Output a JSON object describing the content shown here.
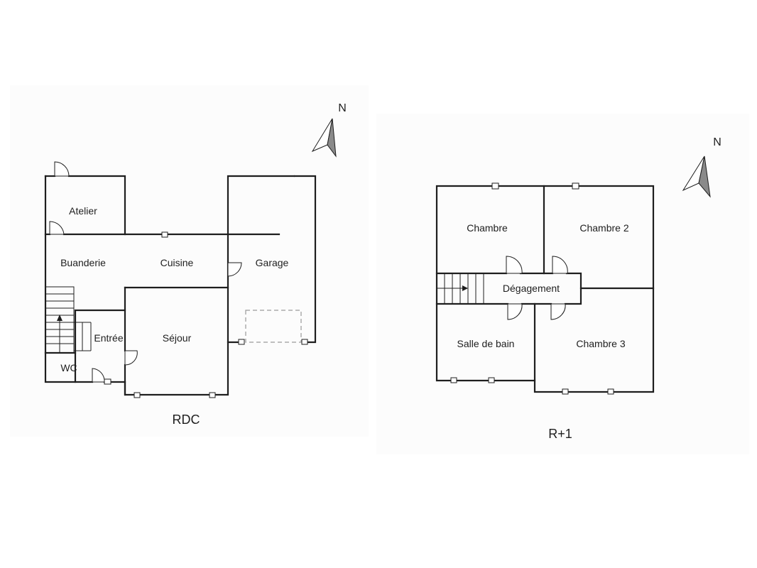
{
  "floors": [
    {
      "id": "rdc",
      "label": "RDC",
      "rooms": {
        "atelier": "Atelier",
        "buanderie": "Buanderie",
        "cuisine": "Cuisine",
        "garage": "Garage",
        "entree": "Entrée",
        "sejour": "Séjour",
        "wc": "WC"
      },
      "north": "N"
    },
    {
      "id": "r1",
      "label": "R+1",
      "rooms": {
        "chambre": "Chambre",
        "chambre2": "Chambre 2",
        "degagement": "Dégagement",
        "salle_de_bain": "Salle de bain",
        "chambre3": "Chambre 3"
      },
      "north": "N"
    }
  ],
  "icons": [
    "north-arrow-icon",
    "stair-arrow-icon"
  ],
  "colors": {
    "wall": "#1e1e1e",
    "background": "#ffffff",
    "parking_outline": "#9a9a9a"
  }
}
